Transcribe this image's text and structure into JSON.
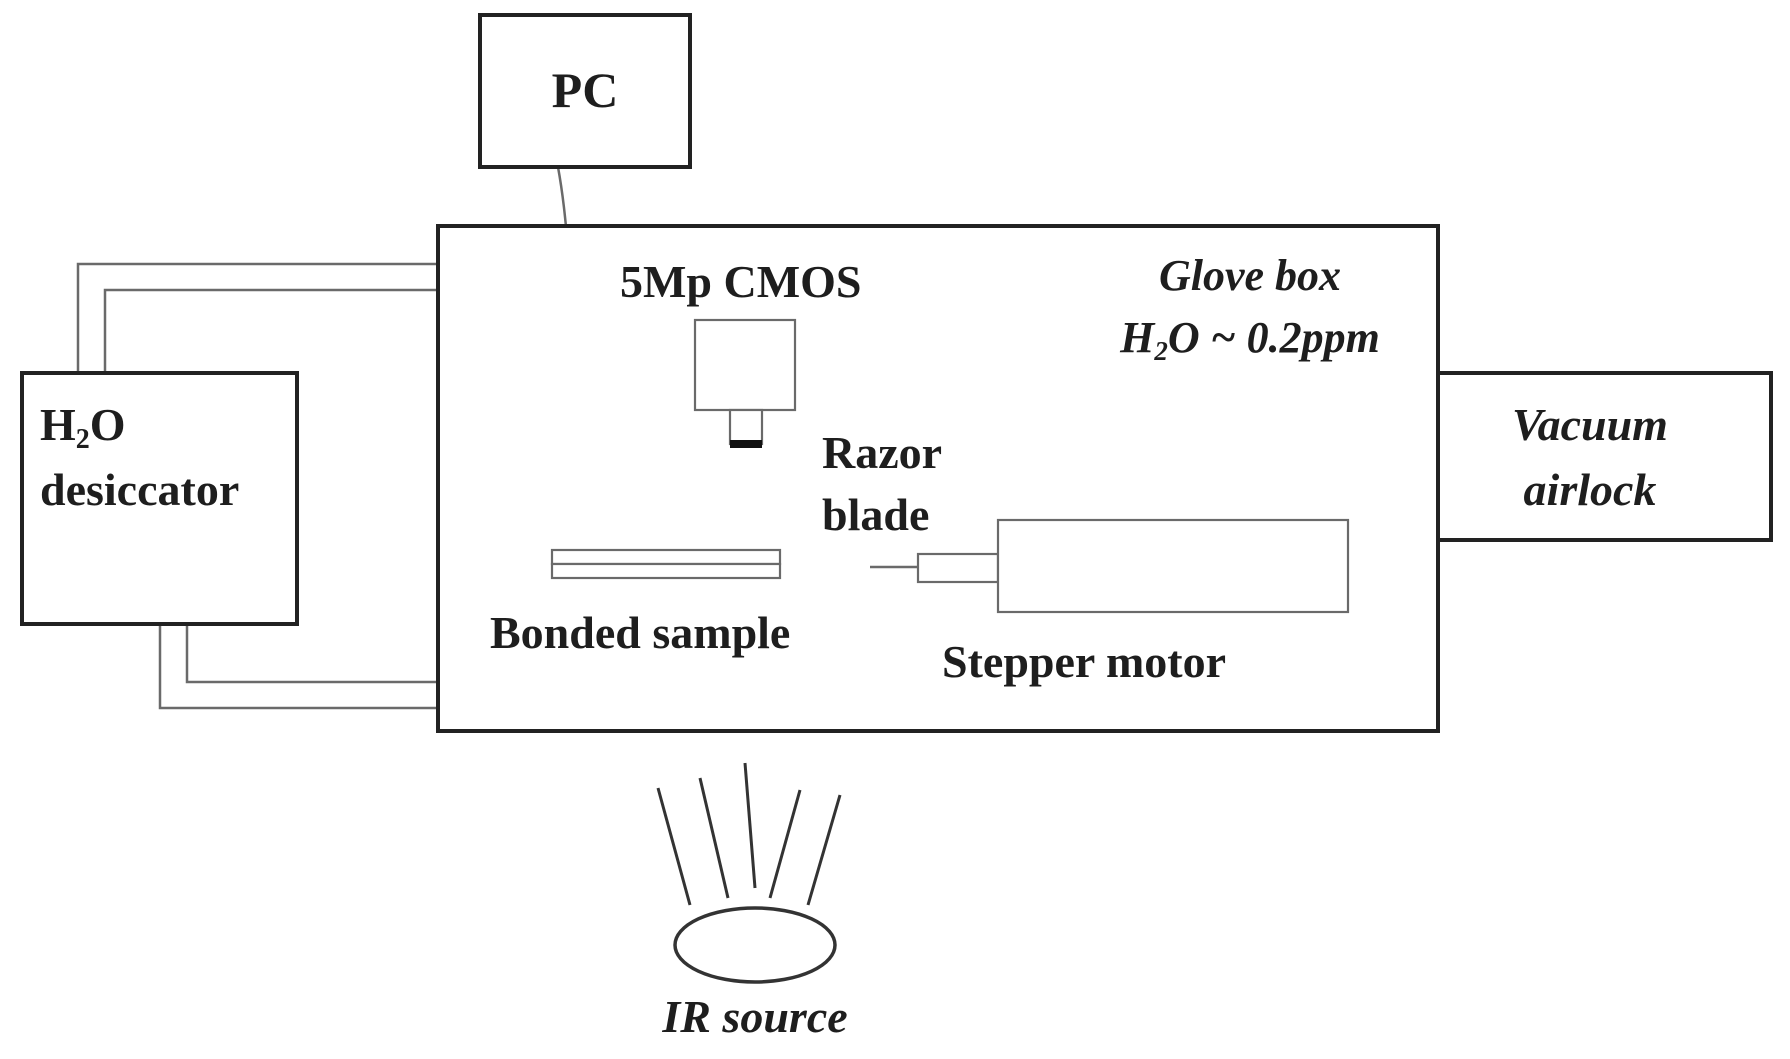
{
  "labels": {
    "pc": "PC",
    "camera": "5Mp CMOS",
    "glove_box_line1": "Glove box",
    "glove_box_line2_prefix": "H",
    "glove_box_line2_sub": "2",
    "glove_box_line2_suffix": "O ~ 0.2ppm",
    "desiccator_line1_prefix": "H",
    "desiccator_line1_sub": "2",
    "desiccator_line1_suffix": "O",
    "desiccator_line2": "desiccator",
    "vacuum_line1": "Vacuum",
    "vacuum_line2": "airlock",
    "razor_line1": "Razor",
    "razor_line2": "blade",
    "bonded_sample": "Bonded sample",
    "stepper_motor": "Stepper motor",
    "ir_source": "IR source"
  }
}
